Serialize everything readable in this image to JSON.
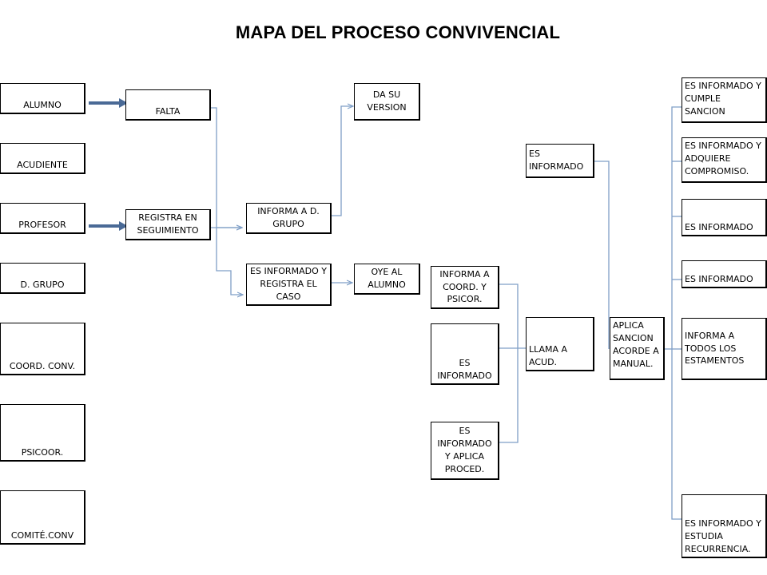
{
  "title": "MAPA DEL PROCESO CONVIVENCIAL",
  "roles": [
    "ALUMNO",
    "ACUDIENTE",
    "PROFESOR",
    "D. GRUPO",
    "COORD. CONV.",
    "PSICOOR.",
    "COMITÉ.CONV"
  ],
  "steps": {
    "falta": "FALTA",
    "registra_seguimiento": "REGISTRA EN SEGUIMIENTO",
    "informa_d_grupo": "INFORMA A D. GRUPO",
    "informado_registra": "ES INFORMADO Y REGISTRA EL CASO",
    "da_su_version": "DA SU VERSION",
    "oye_alumno": "OYE AL ALUMNO",
    "informa_coord_psicor": "INFORMA A COORD. Y PSICOR.",
    "es_informado_coord": "ES INFORMADO",
    "informado_aplica_proced": "ES INFORMADO Y APLICA PROCED.",
    "es_informado_top": "ES INFORMADO",
    "llama_acud": "LLAMA A ACUD.",
    "aplica_sancion": "APLICA SANCION ACORDE A MANUAL.",
    "informado_cumple": "ES INFORMADO Y CUMPLE SANCION",
    "informado_compromiso": "ES INFORMADO Y ADQUIERE COMPROMISO.",
    "es_informado_3": "ES INFORMADO",
    "es_informado_4": "ES INFORMADO",
    "informa_estamentos": "INFORMA A TODOS LOS ESTAMENTOS",
    "informado_recurrencia": "ES INFORMADO Y ESTUDIA RECURRENCIA."
  },
  "colors": {
    "connector": "#7f9fc7",
    "arrow": "#4a6a96",
    "box_border": "#000000",
    "text": "#000000"
  }
}
